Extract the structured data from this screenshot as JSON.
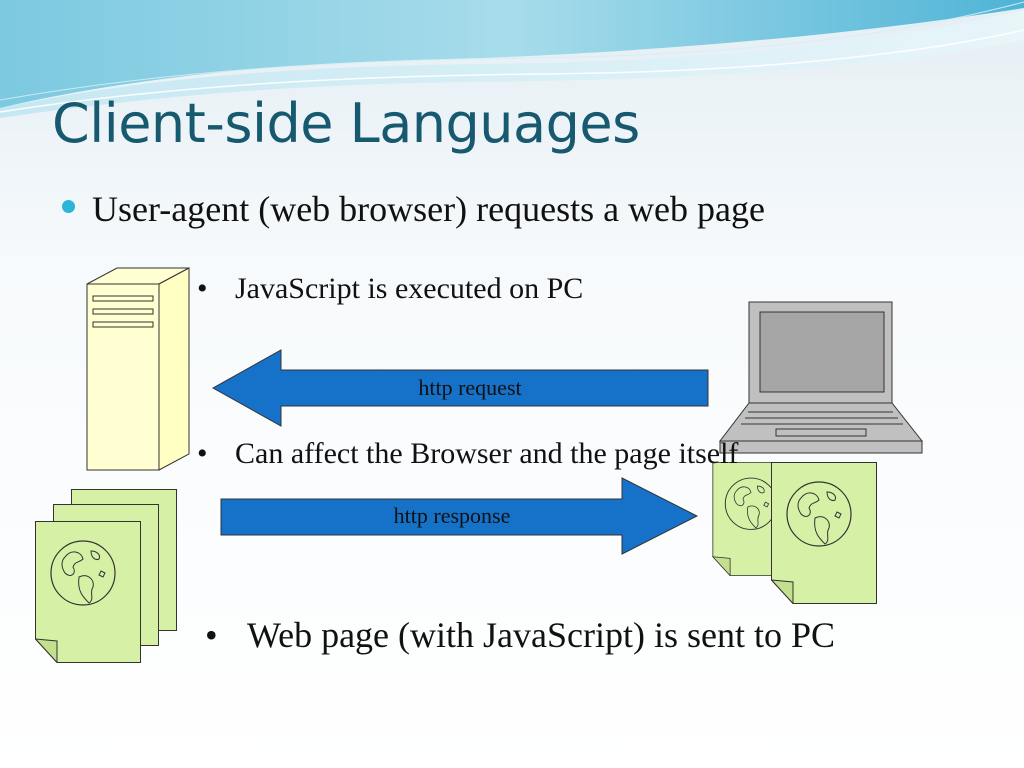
{
  "slide": {
    "title": "Client-side Languages",
    "main_bullet": "User-agent (web browser) requests a web page",
    "sub_bullets": [
      "JavaScript is executed on PC",
      "Can affect the Browser and the page itself",
      "Web page (with JavaScript) is sent to PC"
    ],
    "bullet_mark": "•"
  },
  "diagram": {
    "request_label": "http request",
    "response_label": "http response"
  },
  "colors": {
    "title": "#17596e",
    "bullet_accent": "#2cb5d6",
    "arrow_fill": "#1572c8",
    "server_fill": "#ffffd2",
    "page_fill": "#d6f0a6",
    "laptop_fill": "#c0c0c0",
    "laptop_screen": "#a6a6a6"
  },
  "icons": {
    "server": "server-tower-icon",
    "laptop": "laptop-icon",
    "web_page": "web-page-globe-icon"
  }
}
